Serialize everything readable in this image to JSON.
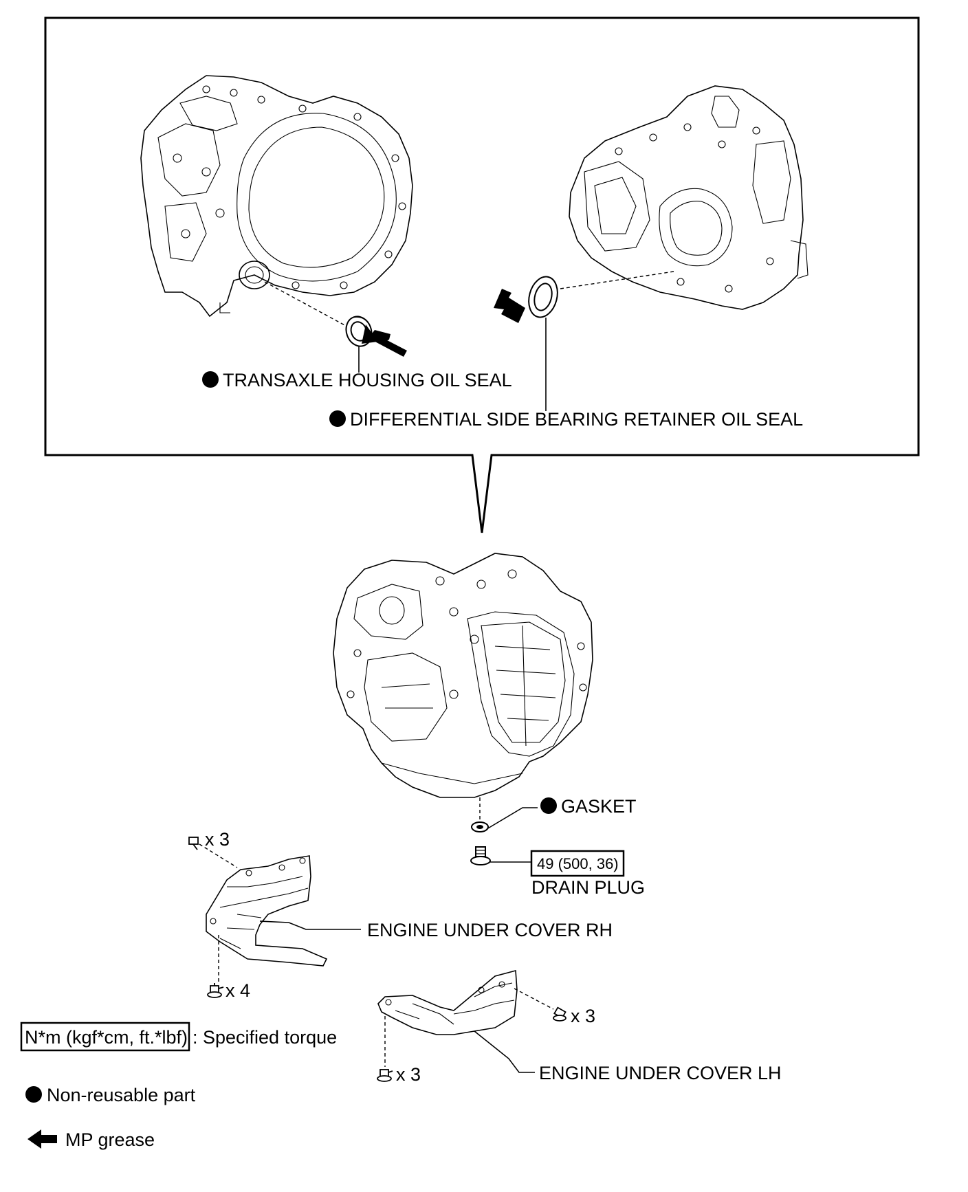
{
  "callouts": {
    "transaxle_oil_seal": "TRANSAXLE HOUSING OIL SEAL",
    "diff_oil_seal": "DIFFERENTIAL SIDE BEARING RETAINER OIL SEAL",
    "gasket": "GASKET",
    "drain_plug_torque": "49 (500, 36)",
    "drain_plug": "DRAIN PLUG",
    "under_cover_rh": "ENGINE UNDER COVER RH",
    "under_cover_lh": "ENGINE UNDER COVER LH"
  },
  "fastener_counts": {
    "rh_top": "x 3",
    "rh_bottom": "x 4",
    "lh_right": "x 3",
    "lh_bottom": "x 3"
  },
  "legend": {
    "torque_unit": "N*m (kgf*cm, ft.*lbf)",
    "torque_desc": ": Specified torque",
    "non_reusable": "Non-reusable part",
    "mp_grease": "MP grease"
  },
  "icons": [
    "non-reusable-dot-icon",
    "grease-arrow-icon",
    "bolt-icon",
    "drain-plug-icon",
    "gasket-icon"
  ]
}
